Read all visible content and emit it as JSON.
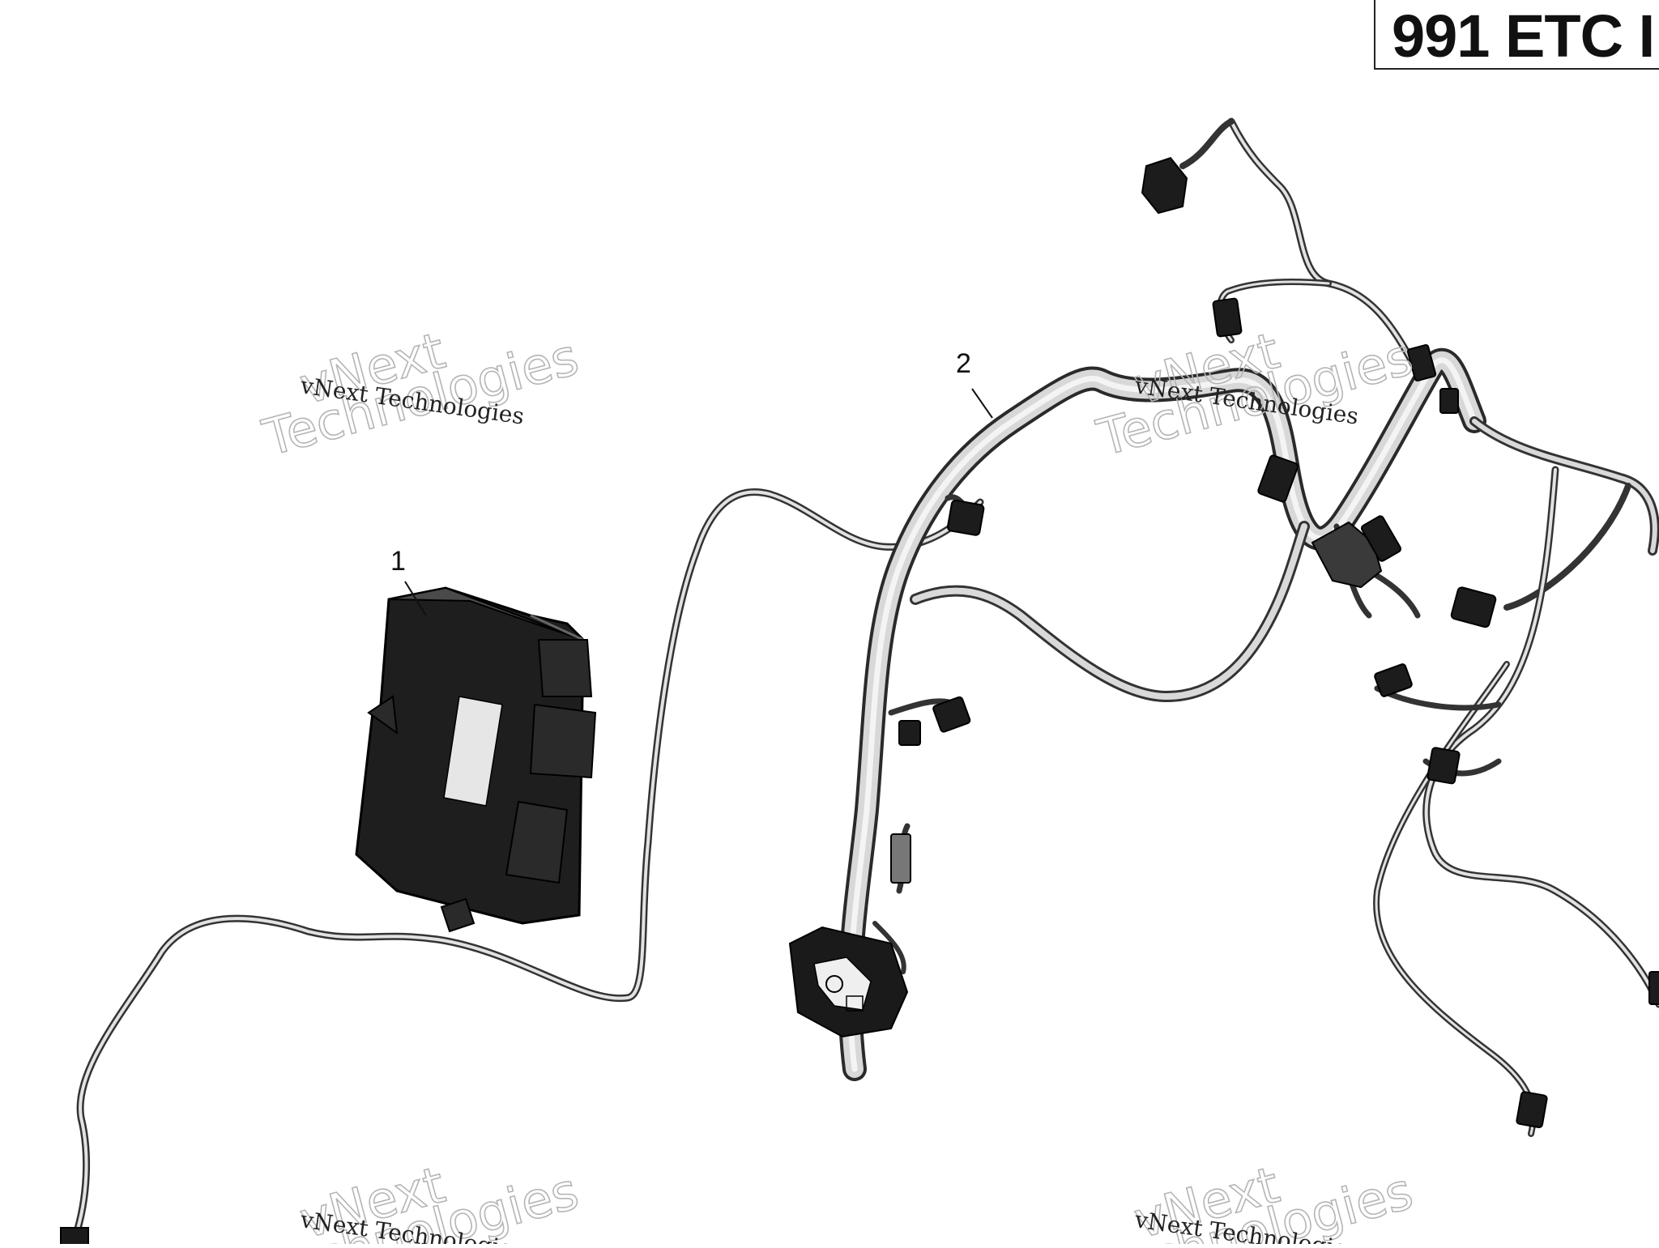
{
  "header": {
    "title": "991 ETC I"
  },
  "callouts": [
    {
      "number": "1",
      "part": "engine-control-module"
    },
    {
      "number": "2",
      "part": "wiring-harness"
    }
  ],
  "watermark": {
    "line_small": "vNext Technologies",
    "line_big_1": "vNext",
    "line_big_2": "Technologies"
  },
  "colors": {
    "ink": "#111111",
    "module": "#1a1a1a",
    "harness_fill": "#d8d8d8",
    "wire": "#555555",
    "watermark": "#b5b5b5"
  }
}
